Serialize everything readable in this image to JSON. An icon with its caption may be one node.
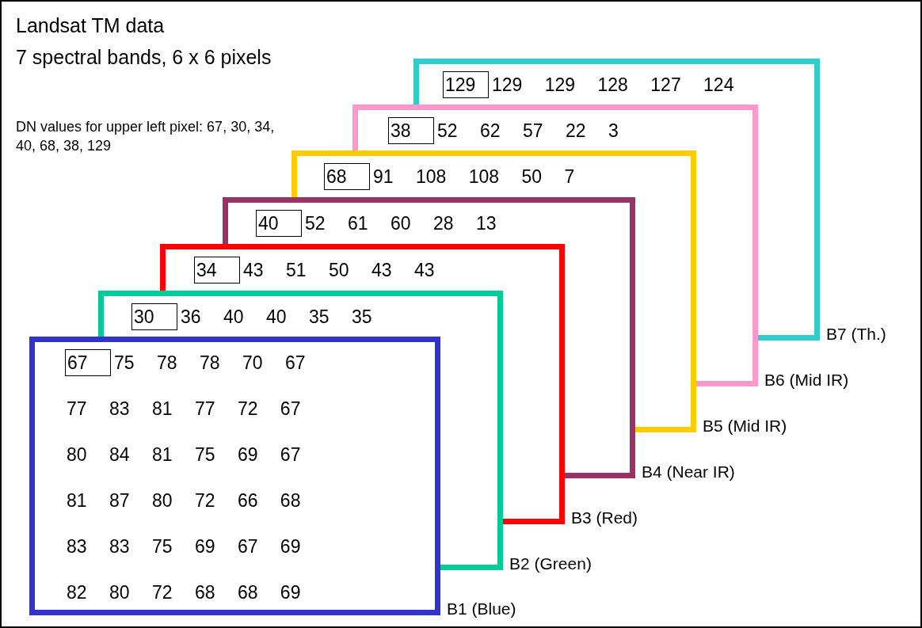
{
  "diagram": {
    "title": "Landsat TM data",
    "nodes": [
      {
        "text": [
          "129 129 128 127 124"
        ]
      },
      {
        "text": [
          "129"
        ],
        "in": 0
      },
      {
        "text": [
          "52 62 57 22 3"
        ]
      },
      {
        "text": [
          "38"
        ],
        "in": 2
      },
      {
        "text": [
          "91 108 108 50 7"
        ]
      },
      {
        "text": [
          "68"
        ],
        "in": 4
      },
      {
        "text": [
          "52 61 60 28 13"
        ]
      },
      {
        "text": [
          "40"
        ],
        "in": 6
      },
      {
        "text": [
          "43 51 50 43 43"
        ]
      },
      {
        "text": [
          "34"
        ],
        "in": 8
      },
      {
        "text": [
          "36 40 40 35 35"
        ]
      },
      {
        "text": [
          "30"
        ],
        "in": 10
      },
      {
        "text": [
          "75 78 78 70 67",
          "77 83 81 77 72 67",
          "80 84 81 75 69 67",
          "81 87 80 72 66 68",
          "83 83 75 69 67 69",
          "82 80 72 68 68 69"
        ],
        "beside": [
          "B1 (Blue)"
        ]
      },
      {
        "text": [
          "67"
        ],
        "in": 12
      }
    ],
    "labels": [
      "7 spectral bands, 6 x 6 pixels",
      "DN values for upper left pixel: 67, 30, 34, 40, 68, 38, 129",
      "B7 (Th.)",
      "B6 (Mid IR)",
      "B5 (Mid IR)",
      "B4 (Near IR)",
      "B3 (Red)",
      "B2 (Green)"
    ]
  }
}
